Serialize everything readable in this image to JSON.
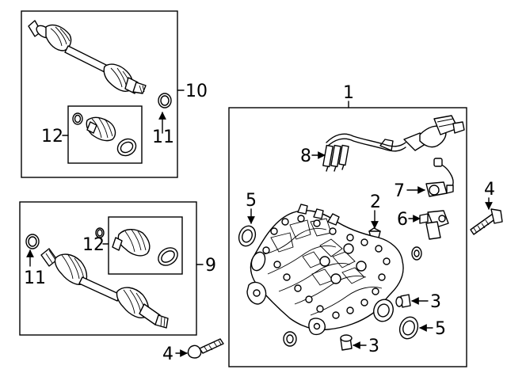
{
  "callouts": {
    "c1": "1",
    "c2": "2",
    "c3a": "3",
    "c3b": "3",
    "c4a": "4",
    "c4b": "4",
    "c5a": "5",
    "c5b": "5",
    "c6": "6",
    "c7": "7",
    "c8": "8",
    "c9": "9",
    "c10": "10",
    "c11a": "11",
    "c11b": "11",
    "c12a": "12",
    "c12b": "12"
  },
  "parts": [
    "rear-axle-shaft-top",
    "cv-boot-kit-top",
    "rear-axle-shaft-bottom",
    "cv-boot-kit-bottom",
    "differential-assembly",
    "wiring-harness",
    "sensor-7",
    "sensor-6",
    "vent-2",
    "plug-3",
    "mounting-bolt-4",
    "axle-seal-5"
  ]
}
